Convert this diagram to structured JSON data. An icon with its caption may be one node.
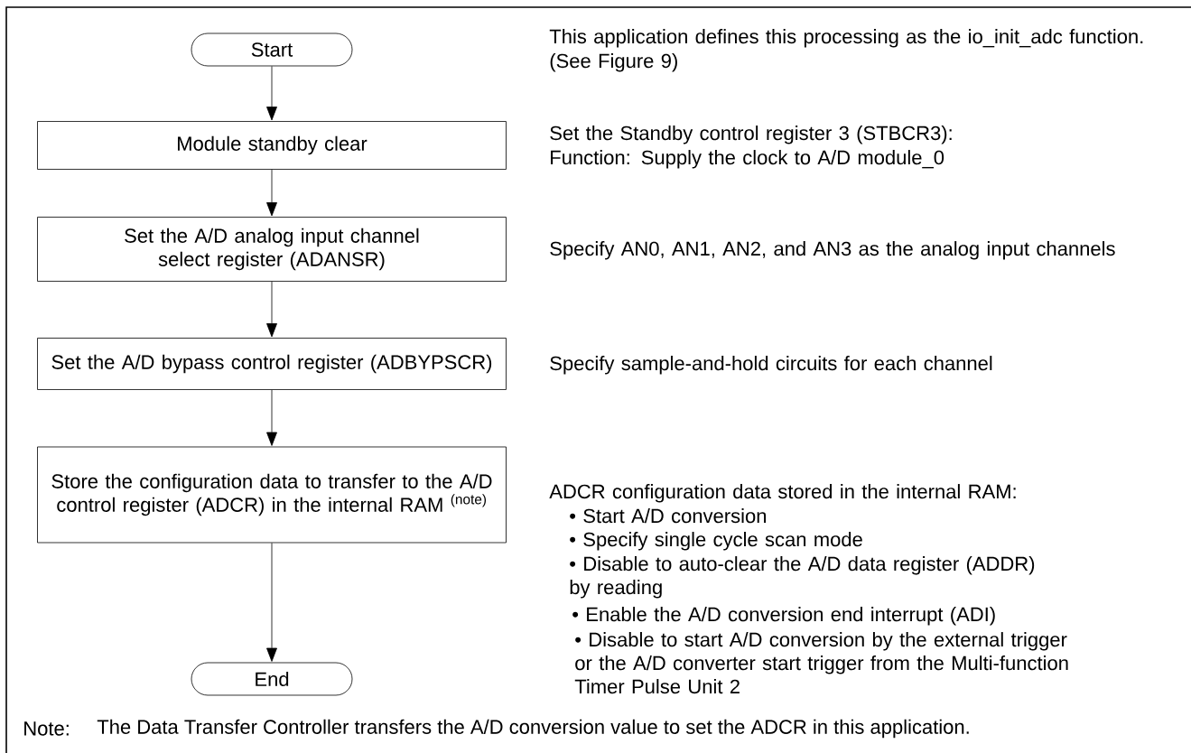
{
  "diagram": {
    "nodes": [
      {
        "text": [
          "Start"
        ],
        "beside": [
          "This application defines this processing as the io_init_adc function.",
          "(See Figure 9)"
        ]
      },
      {
        "text": [
          "Module standby clear"
        ],
        "beside": [
          "Set the Standby control register 3 (STBCR3):",
          "Function: Supply the clock to A/D module_0"
        ]
      },
      {
        "text": [
          "Set the A/D analog input channel select register (ADANSR)"
        ],
        "beside": [
          "Specify AN0, AN1, AN2, and AN3 as the analog input channels"
        ]
      },
      {
        "text": [
          "Set the A/D bypass control register (ADBYPSCR)"
        ],
        "beside": [
          "Specify sample-and-hold circuits for each channel"
        ]
      },
      {
        "text": [
          "Store the configuration data to transfer to the A/D control register (ADCR) in the internal RAM $^{(note)}$"
        ],
        "beside": [
          "ADCR configuration data stored in the internal RAM:",
          "• Start A/D conversion",
          "• Specify single cycle scan mode",
          "• Disable to auto-clear the A/D data register (ADDR) by reading",
          "• Enable the A/D conversion end interrupt (ADI)",
          "• Disable to start A/D conversion by the external trigger or the A/D converter start trigger from the Multi-function Timer Pulse Unit 2"
        ]
      },
      {
        "text": [
          "End"
        ]
      }
    ],
    "edges": [
      {
        "from": 0,
        "to": 1,
        "arrow": "to"
      },
      {
        "from": 1,
        "to": 2,
        "arrow": "to"
      },
      {
        "from": 2,
        "to": 3,
        "arrow": "to"
      },
      {
        "from": 3,
        "to": 4,
        "arrow": "to"
      },
      {
        "from": 4,
        "to": 5,
        "arrow": "to"
      }
    ],
    "labels": [
      "Note:",
      "The Data Transfer Controller transfers the A/D conversion value to set the ADCR in this application."
    ]
  }
}
